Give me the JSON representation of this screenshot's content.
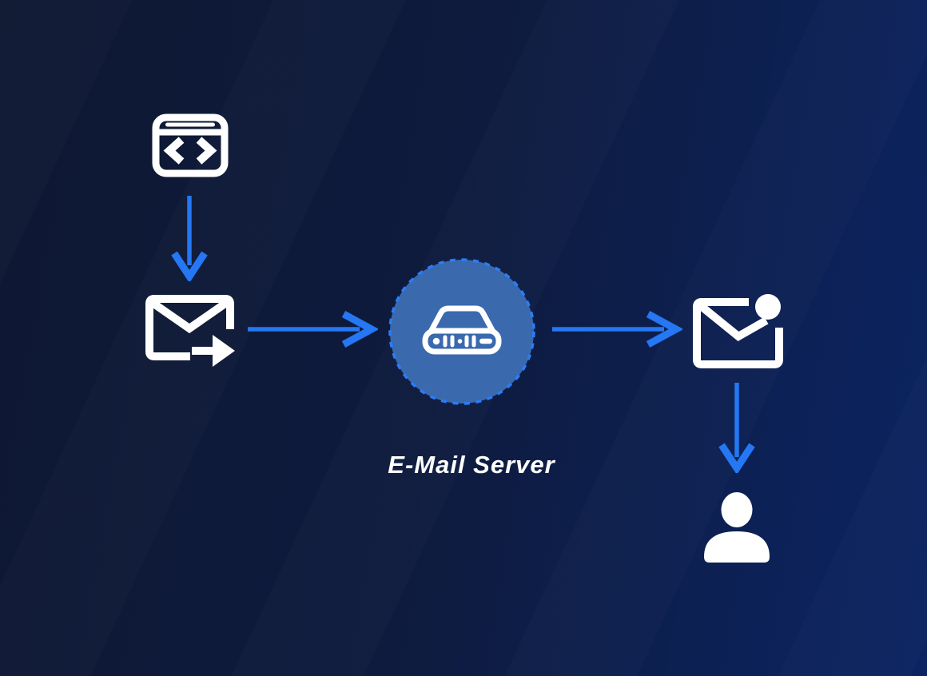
{
  "diagram": {
    "server_label": "E-Mail Server",
    "colors": {
      "background_start": "#0e1832",
      "background_end": "#0b2462",
      "arrow_blue": "#2577f3",
      "icon_white": "#ffffff",
      "server_circle_fill": "#3a69ae",
      "server_circle_border_dashed": "#2b7cf5"
    },
    "nodes": [
      {
        "id": "web-app",
        "icon": "code-window-icon"
      },
      {
        "id": "outgoing-mail",
        "icon": "send-mail-icon"
      },
      {
        "id": "email-server",
        "icon": "server-router-icon",
        "label": "E-Mail Server"
      },
      {
        "id": "unread-mail",
        "icon": "mail-notification-icon"
      },
      {
        "id": "recipient",
        "icon": "person-icon"
      }
    ],
    "edges": [
      {
        "from": "web-app",
        "to": "outgoing-mail",
        "direction": "down"
      },
      {
        "from": "outgoing-mail",
        "to": "email-server",
        "direction": "right"
      },
      {
        "from": "email-server",
        "to": "unread-mail",
        "direction": "right"
      },
      {
        "from": "unread-mail",
        "to": "recipient",
        "direction": "down"
      }
    ]
  }
}
